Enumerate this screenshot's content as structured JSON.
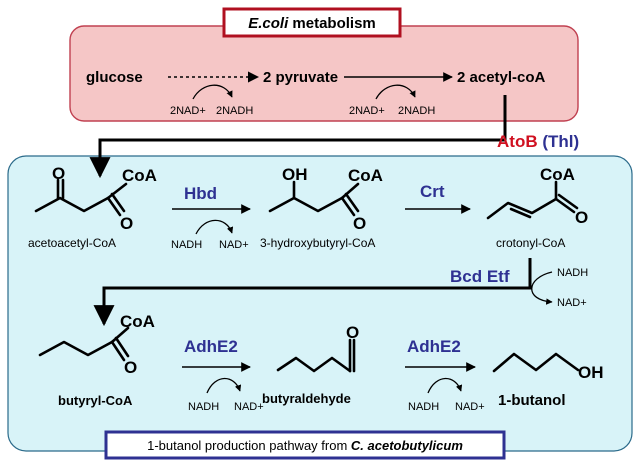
{
  "ecoli_box": {
    "title_italic": "E.coli",
    "title_rest": " metabolism",
    "glucose": "glucose",
    "pyruvate": "2 pyruvate",
    "acetyl_coa": "2 acetyl-coA",
    "cof1_in": "2NAD+",
    "cof1_out": "2NADH",
    "cof2_in": "2NAD+",
    "cof2_out": "2NADH"
  },
  "atob": {
    "name": "AtoB",
    "thl": "(Thl)"
  },
  "pathway": {
    "acetoacetyl_coa": "acetoacetyl-CoA",
    "hydroxybutyryl_coa": "3-hydroxybutyryl-CoA",
    "crotonyl_coa": "crotonyl-CoA",
    "butyryl_coa": "butyryl-CoA",
    "butyraldehyde": "butyraldehyde",
    "butanol": "1-butanol",
    "atom_coa": "CoA",
    "atom_o": "O",
    "atom_oh": "OH",
    "enzymes": {
      "hbd": "Hbd",
      "crt": "Crt",
      "bcd_etf": "Bcd Etf",
      "adhe2_1": "AdhE2",
      "adhe2_2": "AdhE2"
    },
    "cofactors": {
      "hbd_in": "NADH",
      "hbd_out": "NAD+",
      "bcd_in": "NADH",
      "bcd_out": "NAD+",
      "adh1_in": "NADH",
      "adh1_out": "NAD+",
      "adh2_in": "NADH",
      "adh2_out": "NAD+"
    }
  },
  "caption": {
    "text": "1-butanol production pathway from ",
    "organism": "C. acetobutylicum"
  },
  "colors": {
    "ecoli_fill": "#f5c6c6",
    "pathway_fill": "#d8f3f8",
    "title_border": "#b01020",
    "caption_border": "#2e3192",
    "enzyme": "#2e3192",
    "atob": "#d01020"
  }
}
